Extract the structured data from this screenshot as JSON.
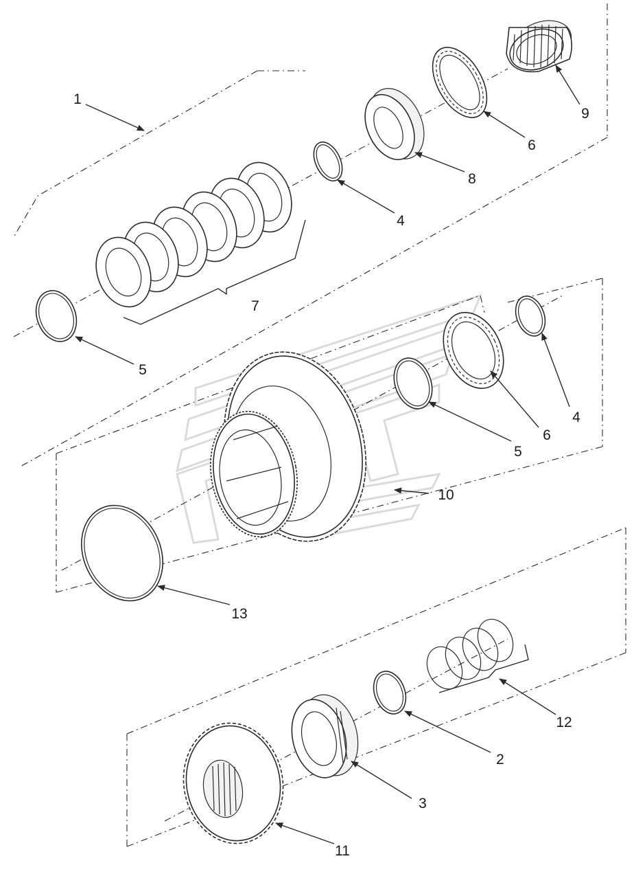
{
  "callouts": [
    {
      "id": "c1",
      "label": "1"
    },
    {
      "id": "c9",
      "label": "9"
    },
    {
      "id": "c6a",
      "label": "6"
    },
    {
      "id": "c8",
      "label": "8"
    },
    {
      "id": "c4a",
      "label": "4"
    },
    {
      "id": "c7",
      "label": "7"
    },
    {
      "id": "c5a",
      "label": "5"
    },
    {
      "id": "c4b",
      "label": "4"
    },
    {
      "id": "c6b",
      "label": "6"
    },
    {
      "id": "c5b",
      "label": "5"
    },
    {
      "id": "c10",
      "label": "10"
    },
    {
      "id": "c13",
      "label": "13"
    },
    {
      "id": "c12",
      "label": "12"
    },
    {
      "id": "c2",
      "label": "2"
    },
    {
      "id": "c3",
      "label": "3"
    },
    {
      "id": "c11",
      "label": "11"
    }
  ],
  "parts": [
    {
      "number": "1",
      "name": "assembly"
    },
    {
      "number": "2",
      "name": "snap-ring"
    },
    {
      "number": "3",
      "name": "bearing"
    },
    {
      "number": "4",
      "name": "snap-ring"
    },
    {
      "number": "5",
      "name": "snap-ring"
    },
    {
      "number": "6",
      "name": "thrust-bearing"
    },
    {
      "number": "7",
      "name": "clutch-disc-pack"
    },
    {
      "number": "8",
      "name": "thrust-washer"
    },
    {
      "number": "9",
      "name": "needle-roller-bearing"
    },
    {
      "number": "10",
      "name": "gear"
    },
    {
      "number": "11",
      "name": "gear"
    },
    {
      "number": "12",
      "name": "seal-rings"
    },
    {
      "number": "13",
      "name": "seal-ring"
    }
  ],
  "colors": {
    "line": "#2a2a2a",
    "background": "#ffffff",
    "watermark": "#bdbdbd"
  }
}
